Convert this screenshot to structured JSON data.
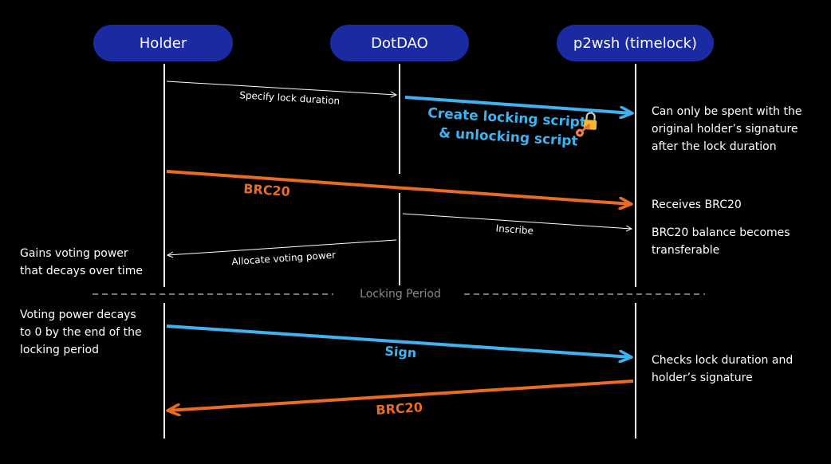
{
  "actors": {
    "holder": "Holder",
    "dotdao": "DotDAO",
    "p2wsh": "p2wsh (timelock)"
  },
  "messages": {
    "specify_lock_duration": "Specify lock duration",
    "create_locking_script": "Create locking script",
    "unlocking_script": "& unlocking script",
    "brc20_send": "BRC20",
    "inscribe": "Inscribe",
    "allocate_voting_power": "Allocate voting power",
    "sign": "Sign",
    "brc20_return": "BRC20"
  },
  "separator": {
    "label": "Locking Period"
  },
  "notes": {
    "spend_condition": [
      "Can only be spent with the",
      "original holder’s signature",
      "after the lock duration"
    ],
    "receives": [
      "Receives BRC20"
    ],
    "transferable": [
      "BRC20 balance becomes",
      "transferable"
    ],
    "gains_voting": [
      "Gains voting power",
      "that decays over time"
    ],
    "decays": [
      "Voting power decays",
      "to 0 by the end of the",
      "locking period"
    ],
    "checks": [
      "Checks lock duration and",
      "holder’s signature"
    ]
  },
  "icons": {
    "lock": "lock-icon",
    "key": "key-icon"
  },
  "colors": {
    "background": "#000000",
    "actor_fill": "#1a2aa0",
    "blue_arrow": "#3fb3f0",
    "orange_arrow": "#ea6b22",
    "thin_arrow": "#ffffff",
    "separator": "#777777"
  }
}
